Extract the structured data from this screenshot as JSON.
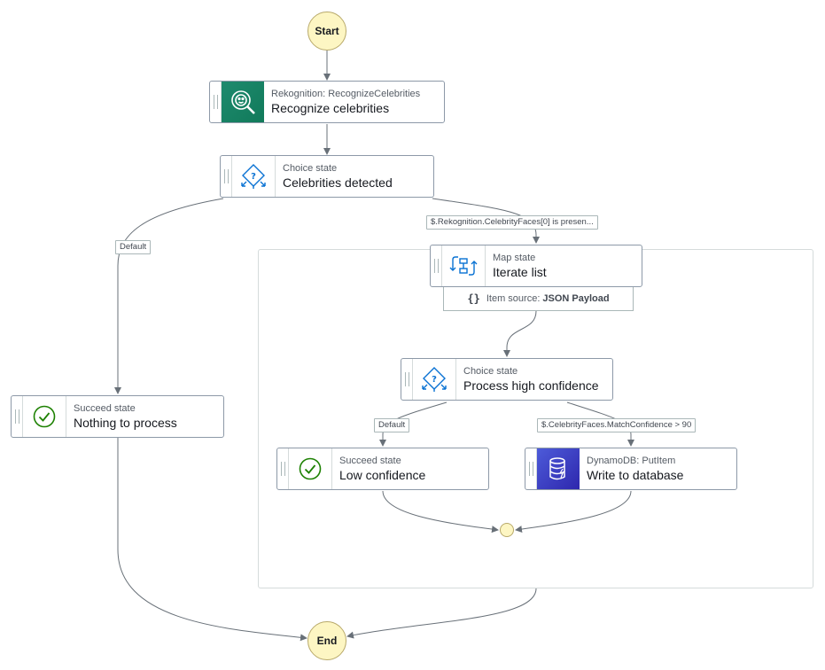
{
  "start": {
    "label": "Start"
  },
  "end": {
    "label": "End"
  },
  "states": {
    "recognize": {
      "type": "Rekognition: RecognizeCelebrities",
      "name": "Recognize celebrities",
      "icon": "rekognition-icon"
    },
    "celebrities_detected": {
      "type": "Choice state",
      "name": "Celebrities detected",
      "icon": "choice-icon"
    },
    "nothing_to_process": {
      "type": "Succeed state",
      "name": "Nothing to process",
      "icon": "check-circle-icon"
    },
    "iterate_list": {
      "type": "Map state",
      "name": "Iterate list",
      "icon": "map-icon"
    },
    "process_high_confidence": {
      "type": "Choice state",
      "name": "Process high confidence",
      "icon": "choice-icon"
    },
    "low_confidence": {
      "type": "Succeed state",
      "name": "Low confidence",
      "icon": "check-circle-icon"
    },
    "write_to_database": {
      "type": "DynamoDB: PutItem",
      "name": "Write to database",
      "icon": "dynamodb-icon"
    }
  },
  "item_source": {
    "braces": "{}",
    "label": "Item source:",
    "value": "JSON Payload"
  },
  "edge_labels": {
    "default_1": "Default",
    "rule_1": "$.Rekognition.CelebrityFaces[0] is presen...",
    "default_2": "Default",
    "rule_2": "$.CelebrityFaces.MatchConfidence > 90"
  },
  "colors": {
    "edge": "#687078",
    "terminal_fill": "#fdf6c3",
    "rekognition": "#1e8a6e",
    "dynamodb": "#3b48cc",
    "choice_icon": "#0972d3",
    "succeed_icon": "#1d8102"
  }
}
